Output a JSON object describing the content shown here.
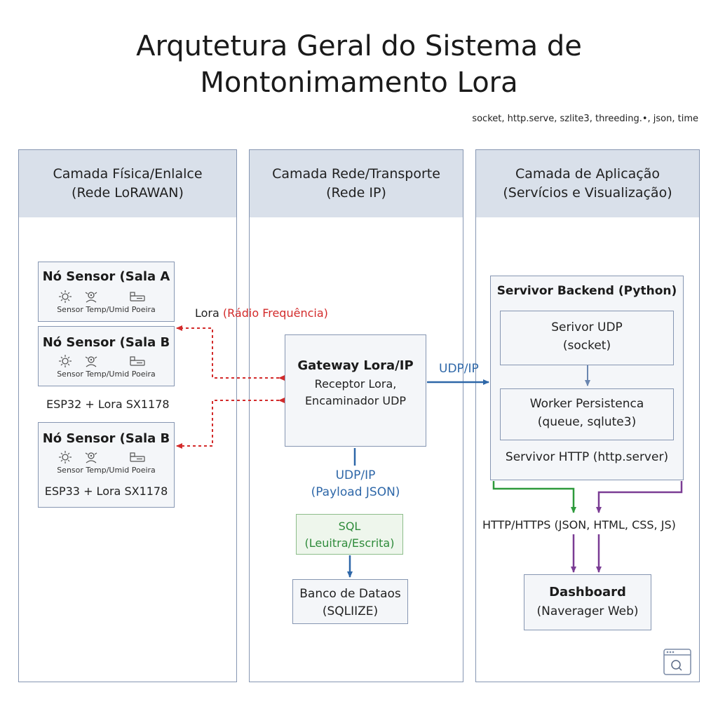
{
  "title": {
    "line1": "Arqutetura Geral do Sistema de",
    "line2": "Montonimamento Lora"
  },
  "libraries": "socket, http.serve, szlite3, threeding.•, json, time",
  "columns": {
    "physical": {
      "line1": "Camada Física/Enlalce",
      "line2": "(Rede LoRAWAN)"
    },
    "network": {
      "line1": "Camada Rede/Transporte",
      "line2": "(Rede IP)"
    },
    "application": {
      "line1": "Camada de Aplicação",
      "line2": "(Servícios e Visualização)"
    }
  },
  "nodes": [
    {
      "title": "Nó Sensor (Sala A",
      "caption": "Sensor Temp/Umid Poeira"
    },
    {
      "title": "Nó Sensor (Sala B",
      "caption": "Sensor Temp/Umid Poeira"
    },
    {
      "title": "Nó Sensor (Sala B",
      "caption": "Sensor Temp/Umid Poeira",
      "hardware": "ESP33 + Lora SX1178"
    }
  ],
  "hardware_label": "ESP32 + Lora SX1178",
  "links": {
    "lora_prefix": "Lora",
    "lora_rf": "(Rádio Frequência)",
    "udp_ip": "UDP/IP",
    "udp_payload_1": "UDP/IP",
    "udp_payload_2": "(Payload JSON)",
    "http": "HTTP/HTTPS (JSON, HTML, CSS, JS)"
  },
  "gateway": {
    "title": "Gateway Lora/IP",
    "line1": "Receptor Lora,",
    "line2": "Encaminador UDP"
  },
  "sql": {
    "line1": "SQL",
    "line2": "(Leuitra/Escrita)"
  },
  "database": {
    "line1": "Banco de Dataos",
    "line2": "(SQLIIZE)"
  },
  "backend": {
    "title": "Servivor Backend (Python)",
    "udp_line1": "Serivor UDP",
    "udp_line2": "(socket)",
    "worker_line1": "Worker Persistenca",
    "worker_line2": "(queue, sqlute3)",
    "http_server": "Servivor HTTP (http.server)"
  },
  "dashboard": {
    "title": "Dashboard",
    "subtitle": "(Naverager Web)"
  },
  "colors": {
    "panel": "#d9e0ea",
    "border": "#8696b2",
    "udp": "#2e67a8",
    "lora": "#d32b2b",
    "sql": "#2e8b3a",
    "http_green": "#2e9a3c",
    "http_purple": "#7a3c94"
  }
}
